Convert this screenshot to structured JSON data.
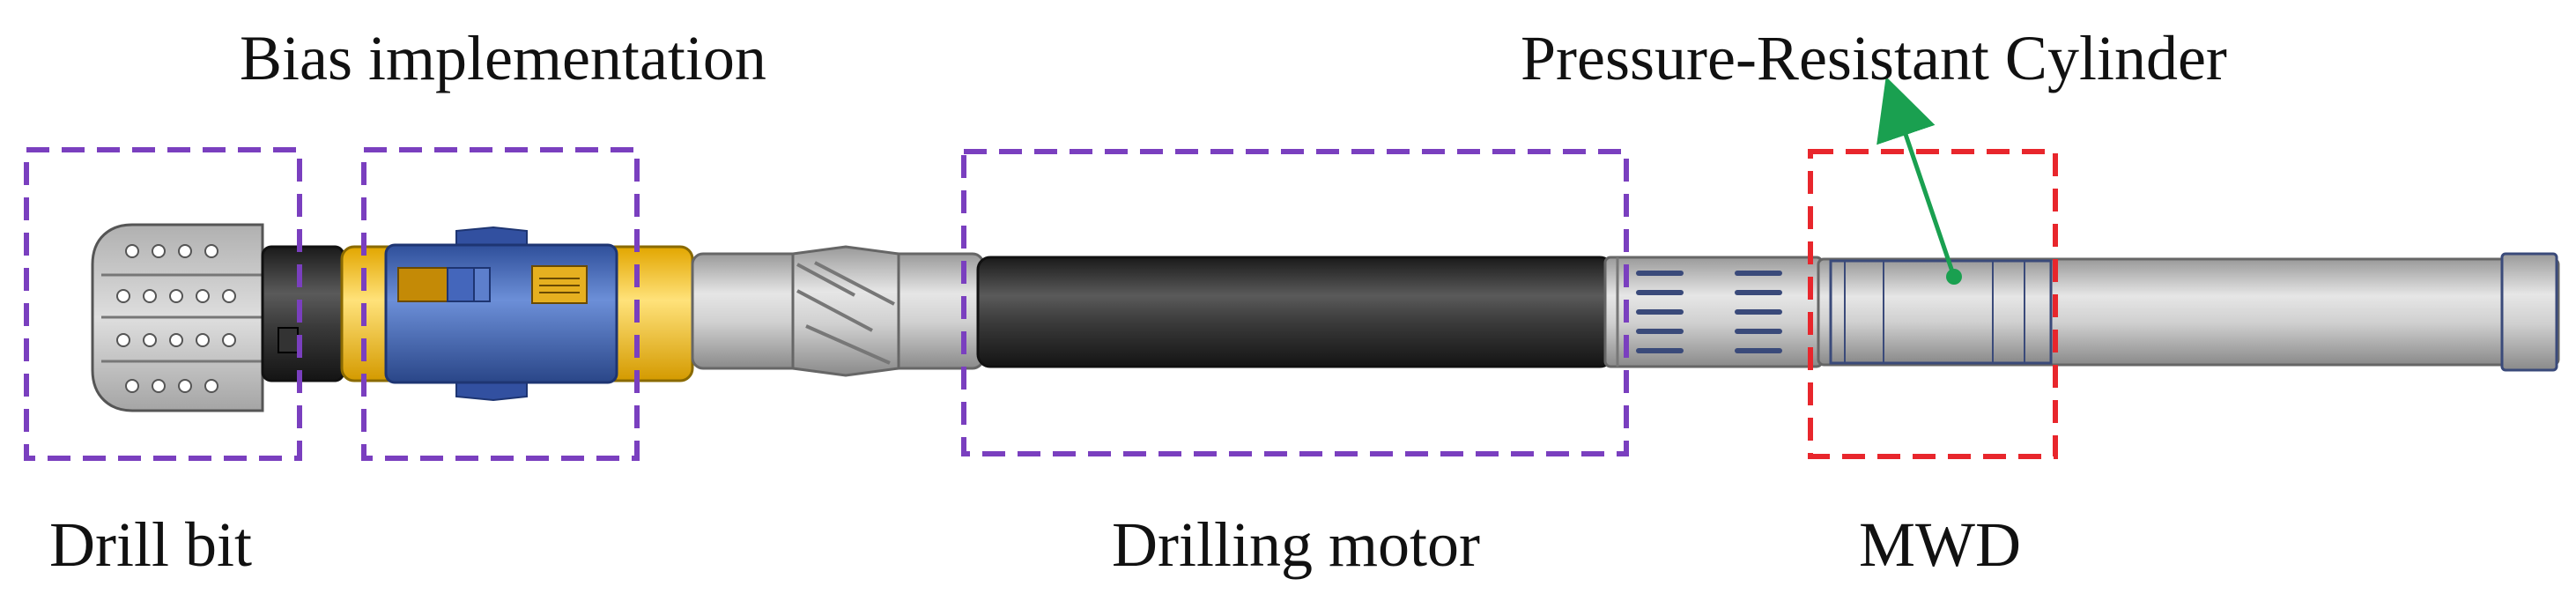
{
  "labels": {
    "bias_implementation": "Bias implementation",
    "pressure_resistant_cylinder": "Pressure-Resistant Cylinder",
    "drill_bit": "Drill bit",
    "drilling_motor": "Drilling motor",
    "mwd": "MWD"
  },
  "colors": {
    "purple_box": "#7a3fbf",
    "red_box": "#e8262c",
    "arrow_green": "#1aa050",
    "motor_dark": "#2b2b2b",
    "steel": "#c8c8c8",
    "tool_blue": "#3f63b5",
    "tool_yellow": "#f2c22e",
    "slot_navy": "#3a4a7a"
  }
}
